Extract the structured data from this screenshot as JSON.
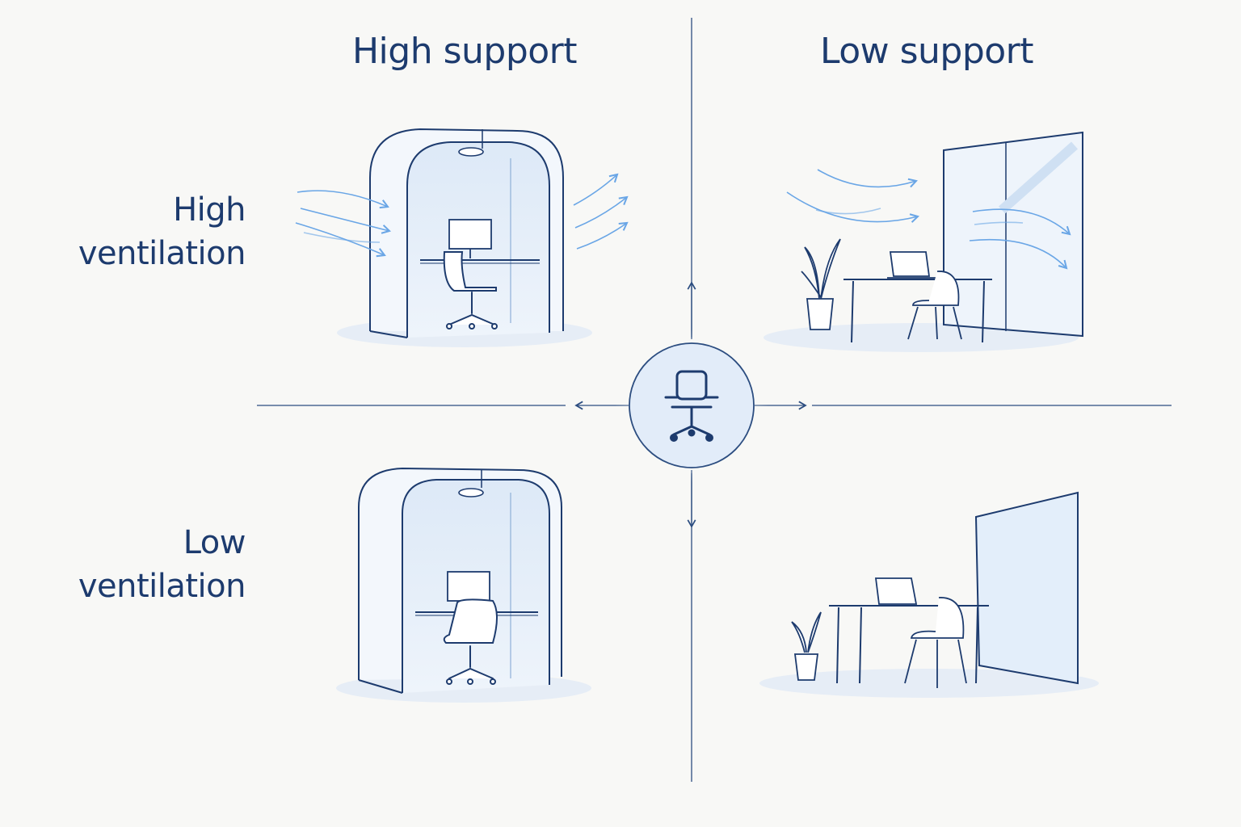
{
  "columns": [
    {
      "label": "High support"
    },
    {
      "label": "Low support"
    }
  ],
  "rows": [
    {
      "line1": "High",
      "line2": "ventilation"
    },
    {
      "line1": "Low",
      "line2": "ventilation"
    }
  ],
  "quadrants": [
    {
      "support": "High support",
      "ventilation": "High ventilation",
      "scene": "enclosed booth with airflow arrows"
    },
    {
      "support": "Low support",
      "ventilation": "High ventilation",
      "scene": "open desk by window with airflow arrows"
    },
    {
      "support": "High support",
      "ventilation": "Low ventilation",
      "scene": "enclosed booth without airflow"
    },
    {
      "support": "Low support",
      "ventilation": "Low ventilation",
      "scene": "open desk by panel without airflow"
    }
  ],
  "center_icon": "office-chair-icon",
  "colors": {
    "ink": "#1d3b6e",
    "line": "#2c4d80",
    "airflow": "#6aa6e6",
    "glass": "#e3eefa",
    "shadow": "#e6edf6",
    "background": "#f8f8f6"
  }
}
